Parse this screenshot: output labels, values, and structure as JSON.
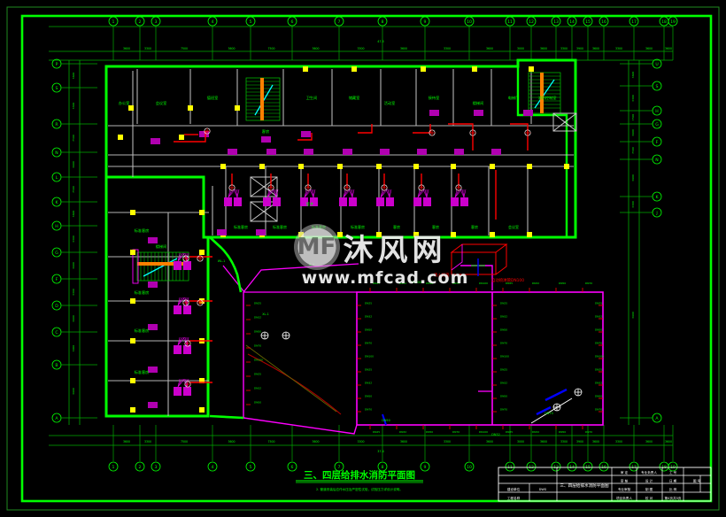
{
  "application": {
    "type": "cad-drawing-viewer",
    "background_color": "#000000"
  },
  "drawing": {
    "title": "三、四层给排水消防平面图",
    "subtitle_note": "2. 管道安装后应作水压及严密性试验，试验压力详设计说明。",
    "colors": {
      "border": "#00ff00",
      "walls": "#c8c8c8",
      "structure_green": "#00ff00",
      "piping_magenta": "#ff00ff",
      "piping_red": "#ff0000",
      "columns_yellow": "#ffff00",
      "text_green": "#00ff00",
      "text_magenta": "#ff00ff",
      "cyan": "#00ffff",
      "orange": "#ff8000"
    }
  },
  "grid": {
    "top_axis_labels": [
      "1",
      "2",
      "3",
      "4",
      "5",
      "6",
      "7",
      "8",
      "9",
      "10",
      "11",
      "12",
      "13",
      "14",
      "15",
      "16",
      "17",
      "18",
      "19"
    ],
    "bottom_axis_labels": [
      "1",
      "2",
      "3",
      "4",
      "5",
      "6",
      "7",
      "8",
      "9",
      "10",
      "11",
      "12",
      "13",
      "14",
      "15",
      "16",
      "17",
      "18",
      "19"
    ],
    "left_axis_labels": [
      "P",
      "S",
      "R",
      "N",
      "L",
      "K",
      "H",
      "G",
      "F",
      "D",
      "C",
      "B",
      "A"
    ],
    "right_axis_labels": [
      "U",
      "S",
      "H",
      "G",
      "F",
      "N",
      "K",
      "J",
      "A"
    ],
    "top_dimension_total": "47.5",
    "bottom_dimension_total": "37.4"
  },
  "titleblock": {
    "drawing_name": "三、四层给排水消防平面图",
    "rows": [
      {
        "label": "审 定",
        "value": "",
        "label2": "专业负责人",
        "value2": "",
        "label3": "工 号",
        "value3": ""
      },
      {
        "label": "审 核",
        "value": "",
        "label2": "设 计",
        "value2": "",
        "label3": "日 期",
        "value3": "",
        "label4": "图 号"
      },
      {
        "label": "专业审核",
        "value": "",
        "label2": "制 图",
        "value2": "",
        "label3": "比 例",
        "value3": ""
      },
      {
        "label": "项目负责人",
        "value": "",
        "label2": "校 对",
        "value2": "",
        "label3": "第4页共5页",
        "value3": ""
      }
    ],
    "left_cells": [
      {
        "label": "建设单位",
        "value": "DWG"
      },
      {
        "label": "工程名称",
        "value": ""
      }
    ]
  },
  "watermark": {
    "logo_text": "MF",
    "brand_cn": "沐风网",
    "url": "www.mfcad.com"
  },
  "annotations": {
    "room_labels_upper": [
      "办公室",
      "会议室",
      "值班室",
      "客房",
      "卫生间",
      "储藏室",
      "活动室",
      "接待室",
      "楼梯间",
      "电梯厅",
      "消防控制室",
      "管井"
    ],
    "room_labels_left": [
      "标准客房",
      "标准客房",
      "标准客房",
      "标准客房",
      "楼梯间"
    ],
    "pipe_tags": [
      "JL-1",
      "JL-2",
      "WL-1",
      "WL-2",
      "XL-1",
      "XL-2",
      "TL-1",
      "DN25",
      "DN32",
      "DN50",
      "DN70",
      "DN100"
    ],
    "red_note_1": "消火栓箱",
    "red_note_2": "自动喷淋管DN100",
    "dim_values": [
      "3600",
      "3300",
      "7500",
      "3600",
      "7500",
      "3600",
      "3300",
      "3600",
      "3300",
      "3600",
      "3000",
      "3600",
      "3300",
      "3900",
      "3600",
      "3300",
      "3600"
    ]
  }
}
